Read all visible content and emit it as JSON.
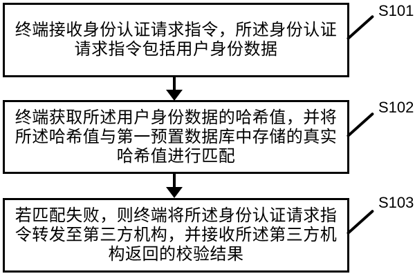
{
  "figure": {
    "colors": {
      "background": "#ffffff",
      "line": "#000000",
      "text": "#000000"
    },
    "steps": [
      {
        "id": "S101",
        "text": "终端接收身份认证请求指令，所述身份认证请求指令包括用户身份数据",
        "lines": [
          "终端接收身份认证请求指令，所述身份认证",
          "请求指令包括用户身份数据"
        ]
      },
      {
        "id": "S102",
        "text": "终端获取所述用户身份数据的哈希值，并将所述哈希值与第一预置数据库中存储的真实哈希值进行匹配",
        "lines": [
          "终端获取所述用户身份数据的哈希值，并将",
          "所述哈希值与第一预置数据库中存储的真实",
          "哈希值进行匹配"
        ]
      },
      {
        "id": "S103",
        "text": "若匹配失败，则终端将所述身份认证请求指令转发至第三方机构，并接收所述第三方机构返回的校验结果",
        "lines": [
          "若匹配失败，则终端将所述身份认证请求指",
          "令转发至第三方机构，并接收所述第三方机",
          "构返回的校验结果"
        ]
      }
    ]
  }
}
